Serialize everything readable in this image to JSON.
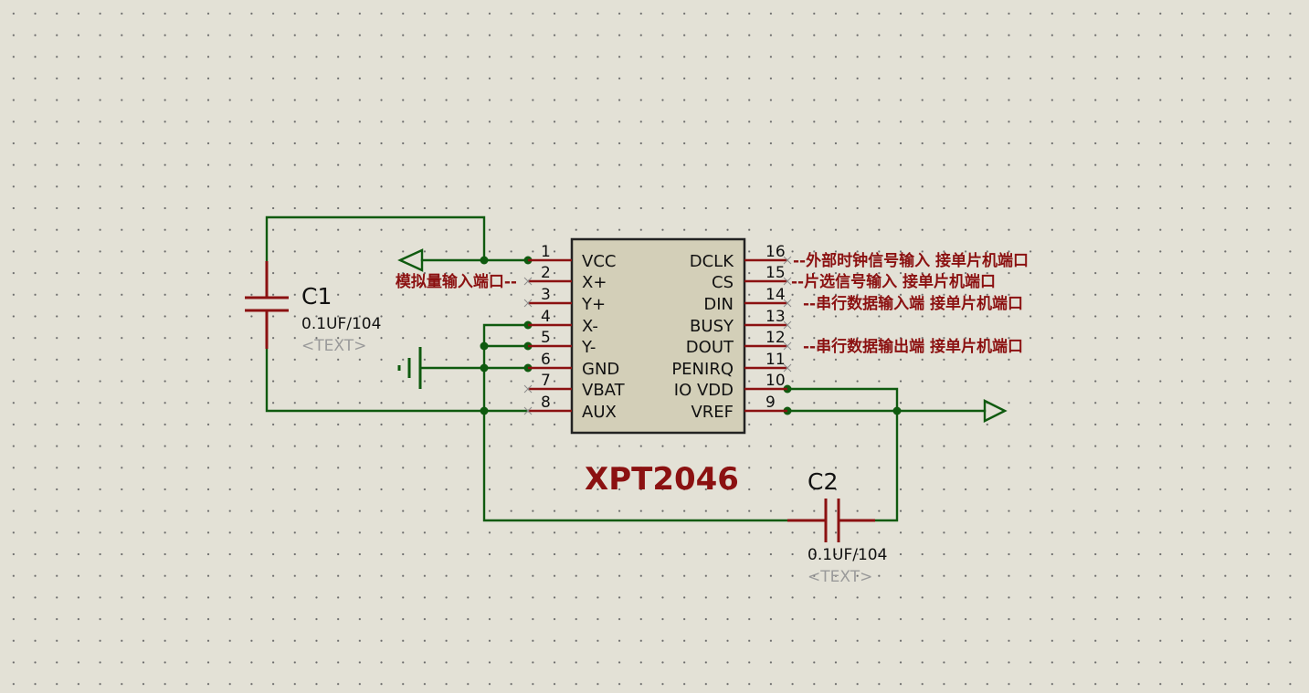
{
  "chip": {
    "name": "XPT2046",
    "left_pins": [
      {
        "num": "1",
        "name": "VCC"
      },
      {
        "num": "2",
        "name": "X+"
      },
      {
        "num": "3",
        "name": "Y+"
      },
      {
        "num": "4",
        "name": "X-"
      },
      {
        "num": "5",
        "name": "Y-"
      },
      {
        "num": "6",
        "name": "GND"
      },
      {
        "num": "7",
        "name": "VBAT"
      },
      {
        "num": "8",
        "name": "AUX"
      }
    ],
    "right_pins": [
      {
        "num": "16",
        "name": "DCLK"
      },
      {
        "num": "15",
        "name": "CS"
      },
      {
        "num": "14",
        "name": "DIN"
      },
      {
        "num": "13",
        "name": "BUSY"
      },
      {
        "num": "12",
        "name": "DOUT"
      },
      {
        "num": "11",
        "name": "PENIRQ"
      },
      {
        "num": "10",
        "name": "IO VDD"
      },
      {
        "num": "9",
        "name": "VREF"
      }
    ]
  },
  "notes": {
    "dclk": "--外部时钟信号输入  接单片机端口",
    "cs": "--片选信号输入  接单片机端口",
    "din": "--串行数据输入端  接单片机端口",
    "dout": "--串行数据输出端  接单片机端口",
    "analog": "模拟量输入端口--"
  },
  "c1": {
    "ref": "C1",
    "value": "0.1UF/104",
    "text": "<TEXT>"
  },
  "c2": {
    "ref": "C2",
    "value": "0.1UF/104",
    "text": "<TEXT>"
  },
  "colors": {
    "wire": "#0f5a0f",
    "component": "#8b1111",
    "body_fill": "#d3cfb8",
    "background": "#e3e1d6"
  }
}
